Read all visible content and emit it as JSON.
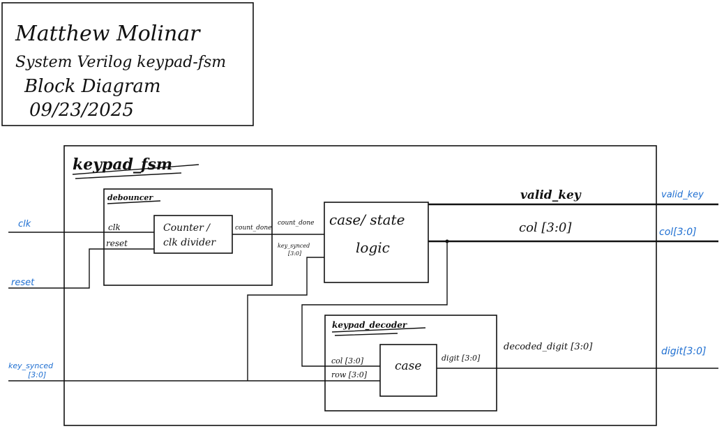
{
  "title_block": {
    "author": "Matthew Molinar",
    "subject": "System Verilog keypad-fsm",
    "doc": "Block Diagram",
    "date": "09/23/2025"
  },
  "modules": {
    "top": "keypad_fsm",
    "debouncer": "debouncer",
    "counter": [
      "Counter /",
      "clk divider"
    ],
    "state": [
      "case/ state",
      "logic"
    ],
    "decoder": "keypad_decoder",
    "case_block": "case"
  },
  "ports": {
    "debouncer_clk": "clk",
    "debouncer_reset": "reset",
    "count_done_out": "count_done",
    "count_done_in": "count_done",
    "key_synced_in": [
      "key_synced",
      "[3:0]"
    ],
    "col_in": "col [3:0]",
    "row_in": "row [3:0]",
    "digit_out": "digit [3:0]"
  },
  "signals": {
    "valid_key": "valid_key",
    "col": "col [3:0]",
    "decoded_digit": "decoded_digit [3:0]"
  },
  "external": {
    "clk": "clk",
    "reset": "reset",
    "key_synced": [
      "key_synced",
      "[3:0]"
    ],
    "valid_key": "valid_key",
    "col": "col[3:0]",
    "digit": "digit[3:0]"
  },
  "colors": {
    "ink": "#111111",
    "external_label": "#1f6fd1"
  }
}
